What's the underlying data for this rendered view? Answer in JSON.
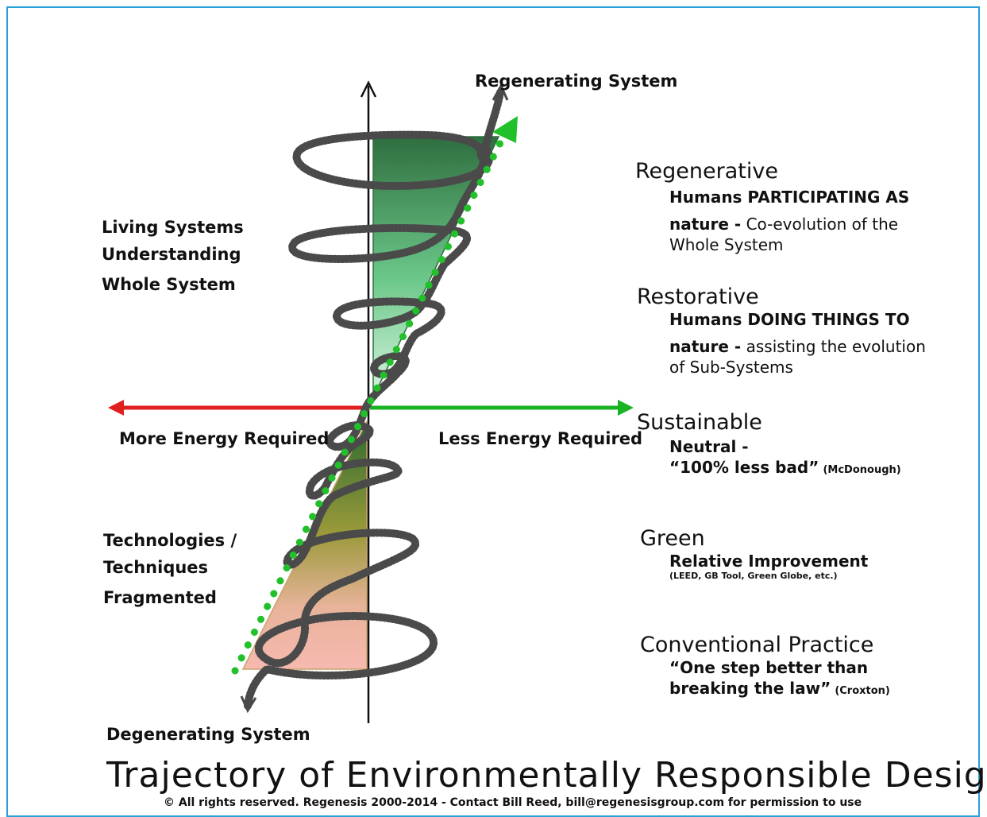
{
  "diagram": {
    "title": "Trajectory of Environmentally Responsible Design",
    "copyright": "© All rights reserved.  Regenesis 2000-2014 - Contact Bill Reed, bill@regenesisgroup.com for permission to use",
    "top_label": "Regenerating System",
    "bottom_label": "Degenerating System",
    "left_axis_label": "More Energy Required",
    "right_axis_label": "Less Energy Required",
    "left_upper": [
      "Living Systems",
      "Understanding",
      "Whole System"
    ],
    "left_lower": [
      "Technologies /",
      "Techniques",
      "Fragmented"
    ],
    "colors": {
      "frame": "#2a9fd8",
      "left_arrow": "#e01f1f",
      "right_arrow": "#19b324",
      "dots": "#22c02a",
      "spiral": "#4f4f4f",
      "upper_triangle_top": "#2f6e3f",
      "upper_triangle_bottom": "#d9f4e0",
      "lower_triangle_top": "#2c6a2f",
      "lower_triangle_bottom": "#f7b9b0"
    },
    "tiers": {
      "regenerative": {
        "name": "Regenerative",
        "line1": "Humans PARTICIPATING AS",
        "line2_bold": "nature -",
        "line2_rest": " Co-evolution of the",
        "line3": "Whole System"
      },
      "restorative": {
        "name": "Restorative",
        "line1": "Humans DOING THINGS TO",
        "line2_bold": "nature -",
        "line2_rest": " assisting the evolution",
        "line3": "of Sub-Systems"
      },
      "sustainable": {
        "name": "Sustainable",
        "line1": "Neutral -",
        "line2": "“100% less bad”",
        "note": "(McDonough)"
      },
      "green": {
        "name": "Green",
        "line1": "Relative Improvement",
        "note": "(LEED, GB Tool, Green Globe, etc.)"
      },
      "conventional": {
        "name": "Conventional Practice",
        "line1": "“One step better than",
        "line2": "breaking the law”",
        "note": "(Croxton)"
      }
    }
  }
}
